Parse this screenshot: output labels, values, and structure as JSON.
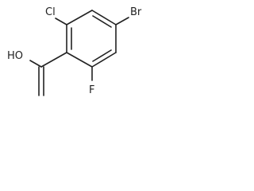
{
  "molecule": {
    "labels": {
      "hydroxyl": "HO",
      "chlorine": "Cl",
      "bromine": "Br",
      "fluorine": "F"
    }
  },
  "colors": {
    "bond": "#222222",
    "text": "#222222",
    "background": "#ffffff"
  }
}
